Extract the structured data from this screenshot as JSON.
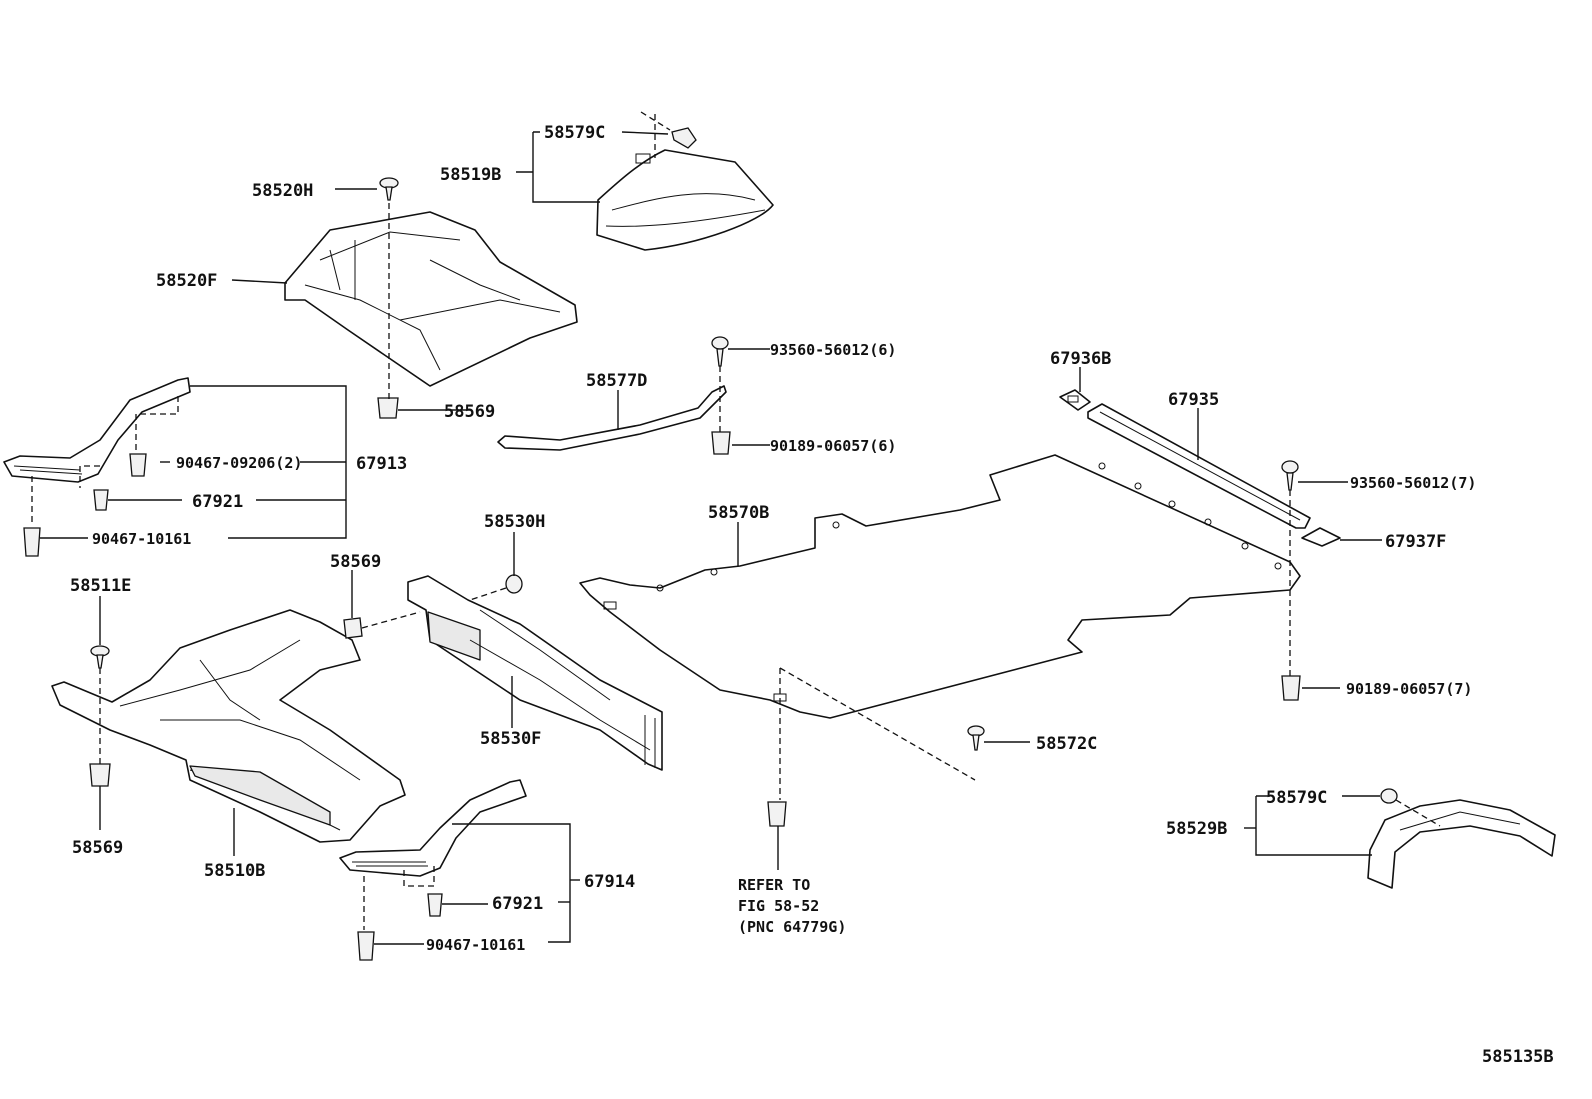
{
  "diagram_id": "585135B",
  "labels": {
    "l_58579C_top": "58579C",
    "l_58519B": "58519B",
    "l_58520H": "58520H",
    "l_58520F": "58520F",
    "l_58569_a": "58569",
    "l_93560_56012_6": "93560-56012(6)",
    "l_58577D": "58577D",
    "l_90189_06057_6": "90189-06057(6)",
    "l_67936B": "67936B",
    "l_67935": "67935",
    "l_93560_56012_7": "93560-56012(7)",
    "l_67937F": "67937F",
    "l_90467_09206_2": "90467-09206(2)",
    "l_67913": "67913",
    "l_67921_a": "67921",
    "l_90467_10161_a": "90467-10161",
    "l_58530H": "58530H",
    "l_58569_b": "58569",
    "l_58570B": "58570B",
    "l_58511E": "58511E",
    "l_58530F": "58530F",
    "l_58572C": "58572C",
    "l_90189_06057_7": "90189-06057(7)",
    "l_58569_c": "58569",
    "l_58510B": "58510B",
    "l_67914": "67914",
    "l_67921_b": "67921",
    "l_90467_10161_b": "90467-10161",
    "l_58579C_bottom": "58579C",
    "l_58529B": "58529B"
  },
  "refer_note": {
    "line1": "REFER TO",
    "line2": "FIG 58-52",
    "line3": "(PNC 64779G)"
  },
  "colors": {
    "ink": "#111111",
    "paper": "#ffffff",
    "shade": "#e9e9e9"
  }
}
